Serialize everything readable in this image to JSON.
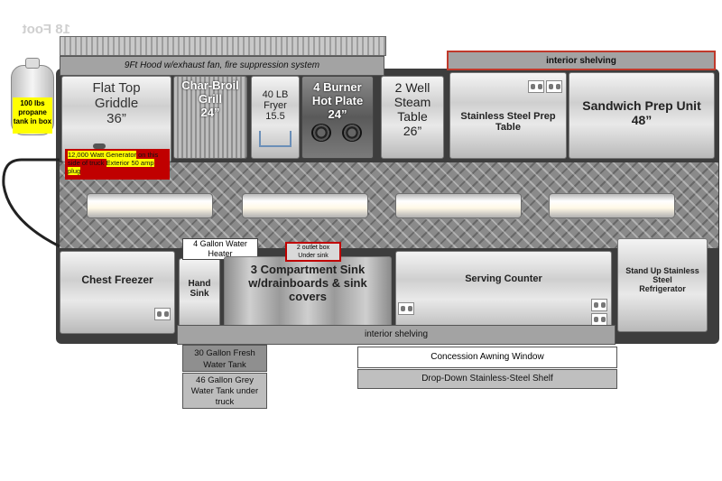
{
  "watermark": "18 Foot",
  "hood": "9Ft Hood w/exhaust fan, fire suppression system",
  "propane_tank": "100 lbs propane tank in box",
  "interior_shelving_top": "interior shelving",
  "interior_shelving_bottom": "interior shelving",
  "griddle": {
    "line1": "Flat Top",
    "line2": "Griddle",
    "line3": "36”"
  },
  "char_broil": {
    "line1": "Char-Broil",
    "line2": "Grill",
    "line3": "24”"
  },
  "fryer": {
    "line1": "40 LB",
    "line2": "Fryer",
    "line3": "15.5"
  },
  "hot_plate": {
    "line1": "4 Burner",
    "line2": "Hot Plate",
    "line3": "24”"
  },
  "steam_table": {
    "line1": "2 Well",
    "line2": "Steam",
    "line3": "Table",
    "line4": "26”"
  },
  "prep_table": {
    "line1": "Stainless Steel Prep",
    "line2": "Table"
  },
  "sandwich_unit": {
    "line1": "Sandwich Prep Unit",
    "line2": "48”"
  },
  "generator": {
    "highlight": "12,000 Watt Generator",
    "rest": " on this side of truck",
    "highlight2": "Exterior 50",
    "rest2": " amp plug"
  },
  "water_heater": "4 Gallon Water Heater",
  "outlet_box": {
    "line1": "2 outlet box",
    "line2": "Under sink"
  },
  "chest_freezer": "Chest Freezer",
  "hand_sink": {
    "line1": "Hand",
    "line2": "Sink"
  },
  "comp_sink": {
    "line1": "3 Compartment Sink",
    "line2": "w/drainboards & sink",
    "line3": "covers"
  },
  "serving_counter": "Serving Counter",
  "refrigerator": {
    "line1": "Stand Up Stainless",
    "line2": "Steel",
    "line3": "Refrigerator"
  },
  "fresh_tank": {
    "line1": "30 Gallon Fresh",
    "line2": "Water Tank"
  },
  "grey_tank": {
    "line1": "46 Gallon Grey",
    "line2": "Water Tank under",
    "line3": "truck"
  },
  "awning_window": "Concession Awning Window",
  "dropdown_shelf": "Drop-Down Stainless-Steel Shelf",
  "colors": {
    "highlight_yellow": "#ffff00",
    "generator_red": "#c00000",
    "shelving_border_red": "#c0392b",
    "truck_dark": "#3d3d3d"
  }
}
